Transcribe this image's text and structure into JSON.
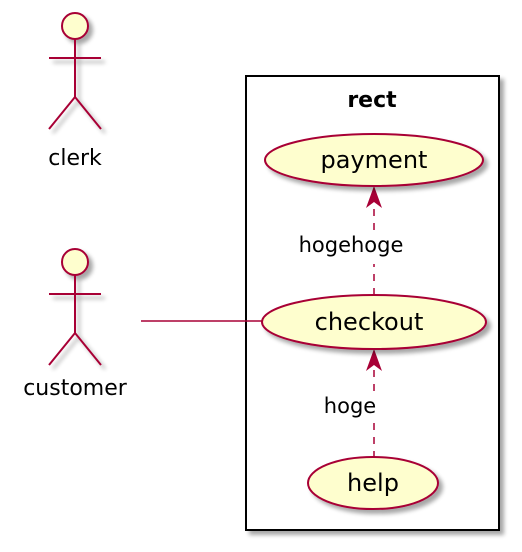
{
  "diagram": {
    "type": "use-case",
    "colors": {
      "actor_fill": "#FEFECE",
      "actor_stroke": "#A80036",
      "usecase_fill": "#FEFECE",
      "usecase_stroke": "#A80036",
      "line": "#A80036",
      "frame": "#000000",
      "shadow": "#c8c8c8"
    },
    "actors": [
      {
        "id": "clerk",
        "label": "clerk"
      },
      {
        "id": "customer",
        "label": "customer"
      }
    ],
    "package": {
      "id": "rect",
      "label": "rect"
    },
    "usecases": [
      {
        "id": "payment",
        "label": "payment"
      },
      {
        "id": "checkout",
        "label": "checkout"
      },
      {
        "id": "help",
        "label": "help"
      }
    ],
    "relations": [
      {
        "from": "customer",
        "to": "checkout",
        "style": "solid",
        "label": ""
      },
      {
        "from": "checkout",
        "to": "payment",
        "style": "dashed",
        "arrow": "to",
        "label": "hogehoge"
      },
      {
        "from": "help",
        "to": "checkout",
        "style": "dashed",
        "arrow": "to",
        "label": "hoge"
      }
    ]
  }
}
